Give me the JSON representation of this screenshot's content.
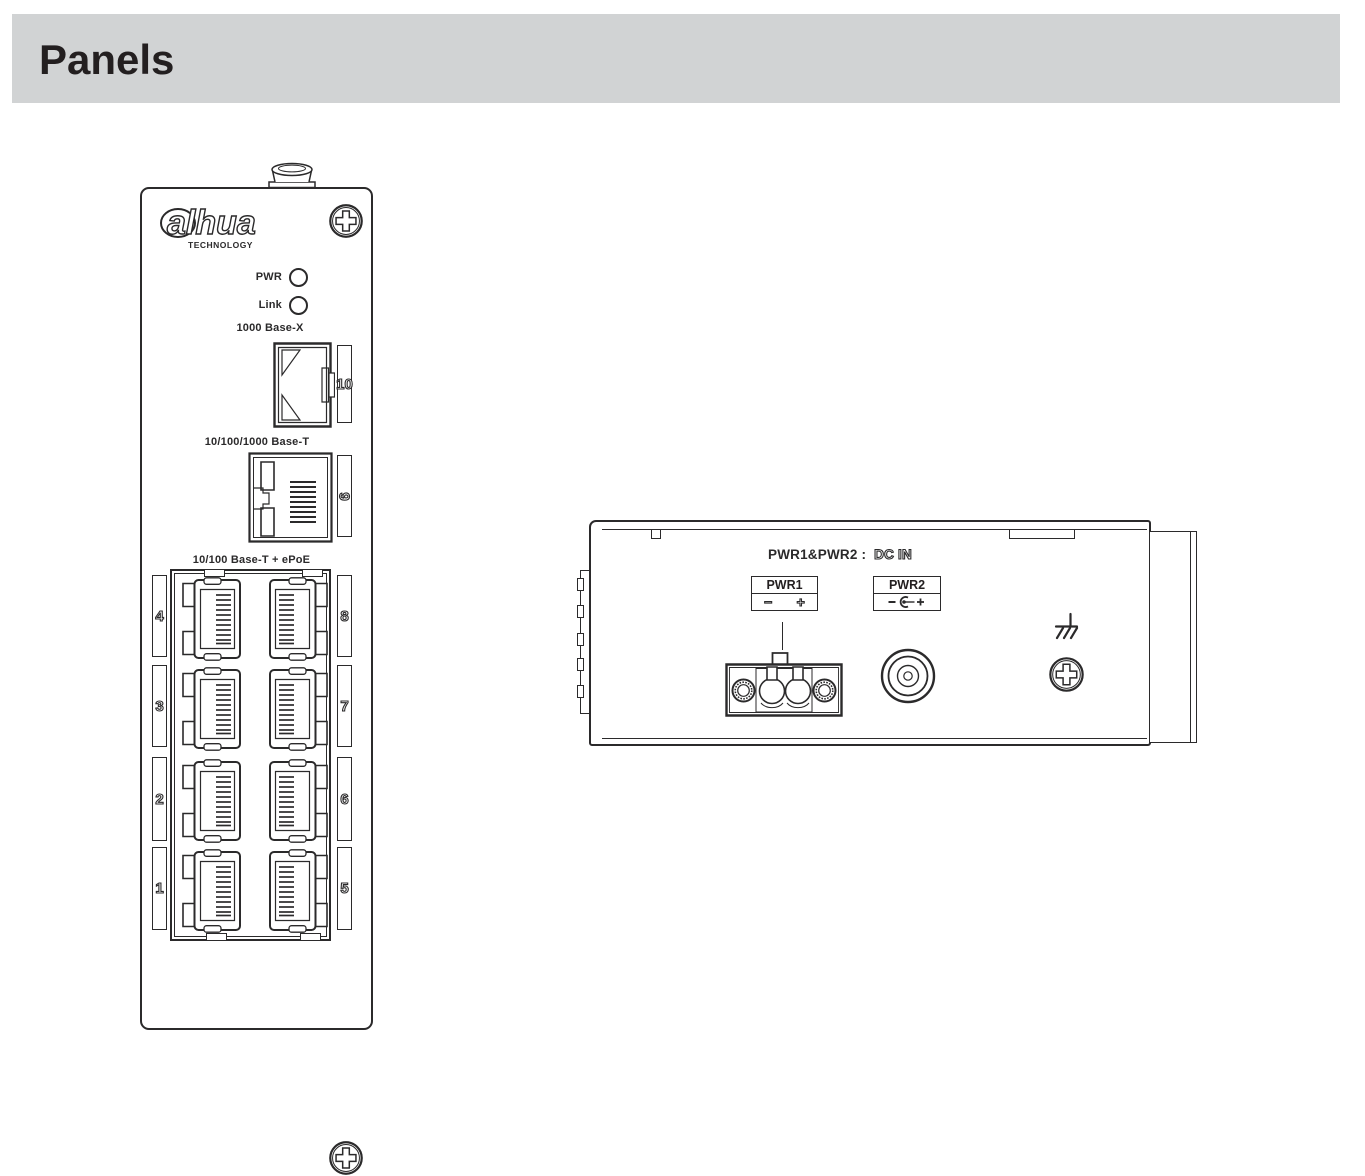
{
  "header": {
    "title": "Panels"
  },
  "front_panel": {
    "logo": {
      "text": "alhua",
      "subtext": "TECHNOLOGY"
    },
    "leds": {
      "pwr": "PWR",
      "link": "Link"
    },
    "sfp": {
      "label": "1000 Base-X",
      "port": "10"
    },
    "uplink": {
      "label": "10/100/1000 Base-T",
      "port": "9"
    },
    "epoe": {
      "label": "10/100 Base-T + ePoE",
      "left_ports": [
        "4",
        "3",
        "2",
        "1"
      ],
      "right_ports": [
        "8",
        "7",
        "6",
        "5"
      ]
    }
  },
  "side_panel": {
    "heading": {
      "bold": "PWR1&PWR2 :",
      "outline": "DC IN"
    },
    "pwr1": {
      "label": "PWR1",
      "minus": "−",
      "plus": "+"
    },
    "pwr2": {
      "label": "PWR2"
    }
  },
  "colors": {
    "line": "#2b2a2b",
    "header_bg": "#d1d3d4",
    "background": "#ffffff"
  }
}
